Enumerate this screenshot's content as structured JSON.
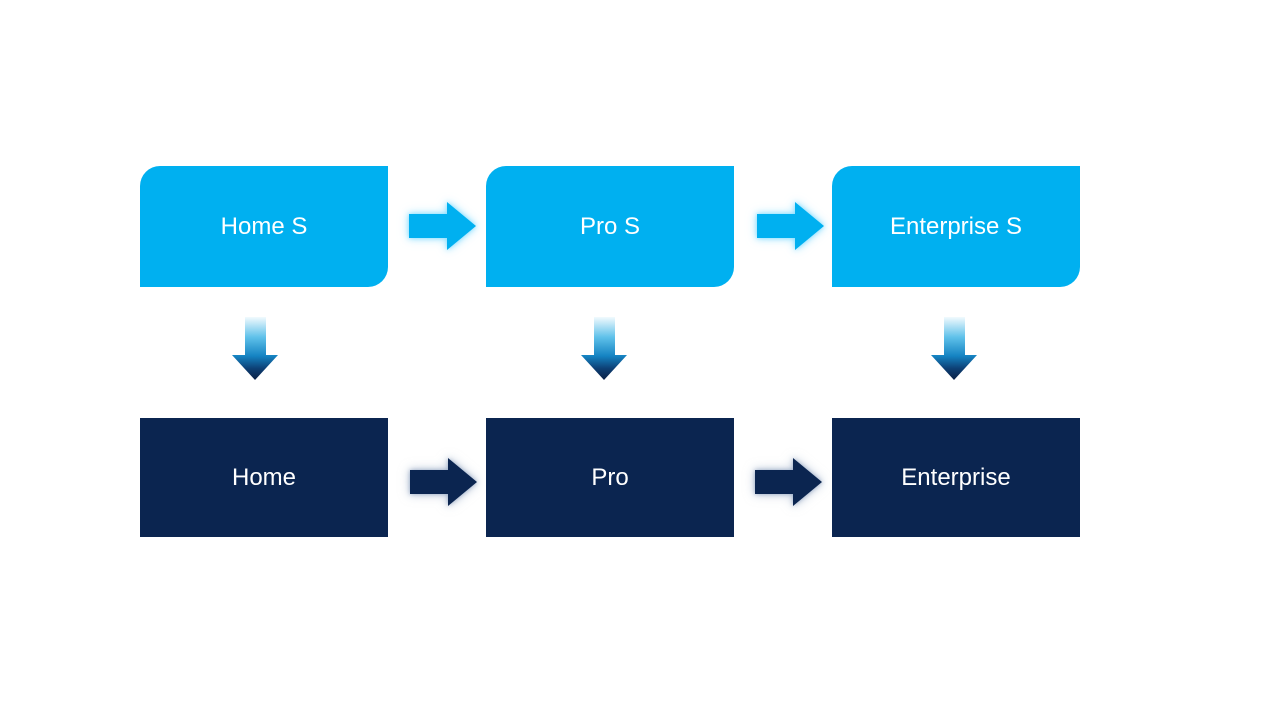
{
  "diagram": {
    "type": "process-flow",
    "background_color": "#ffffff",
    "colors": {
      "top_box_fill": "#00b0f0",
      "bottom_box_fill": "#0b2550",
      "label_text": "#ffffff",
      "top_arrow_fill": "#00b0f0",
      "top_arrow_glow": "#82dcff",
      "bottom_arrow_fill": "#0b2550",
      "bottom_arrow_glow": "#8ca0be",
      "down_arrow_gradient": [
        "#f2fafe",
        "#5fc1ea",
        "#1583c2",
        "#0a1f44"
      ]
    },
    "top_row": [
      {
        "label": "Home S"
      },
      {
        "label": "Pro S"
      },
      {
        "label": "Enterprise S"
      }
    ],
    "bottom_row": [
      {
        "label": "Home"
      },
      {
        "label": "Pro"
      },
      {
        "label": "Enterprise"
      }
    ],
    "edges": [
      {
        "from": "Home S",
        "to": "Pro S",
        "direction": "right"
      },
      {
        "from": "Pro S",
        "to": "Enterprise S",
        "direction": "right"
      },
      {
        "from": "Home",
        "to": "Pro",
        "direction": "right"
      },
      {
        "from": "Pro",
        "to": "Enterprise",
        "direction": "right"
      },
      {
        "from": "Home S",
        "to": "Home",
        "direction": "down"
      },
      {
        "from": "Pro S",
        "to": "Pro",
        "direction": "down"
      },
      {
        "from": "Enterprise S",
        "to": "Enterprise",
        "direction": "down"
      }
    ]
  }
}
